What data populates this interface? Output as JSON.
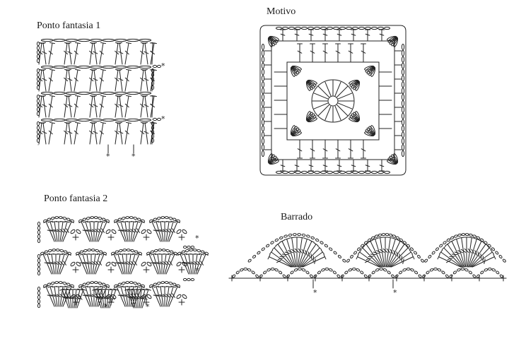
{
  "diagrams": {
    "ponto_fantasia_1": {
      "title": "Ponto fantasia 1",
      "marker": "*"
    },
    "motivo": {
      "title": "Motivo"
    },
    "ponto_fantasia_2": {
      "title": "Ponto fantasia 2",
      "marker": "*"
    },
    "barrado": {
      "title": "Barrado",
      "marker": "*"
    }
  },
  "colors": {
    "ink": "#222222",
    "background": "#ffffff"
  }
}
